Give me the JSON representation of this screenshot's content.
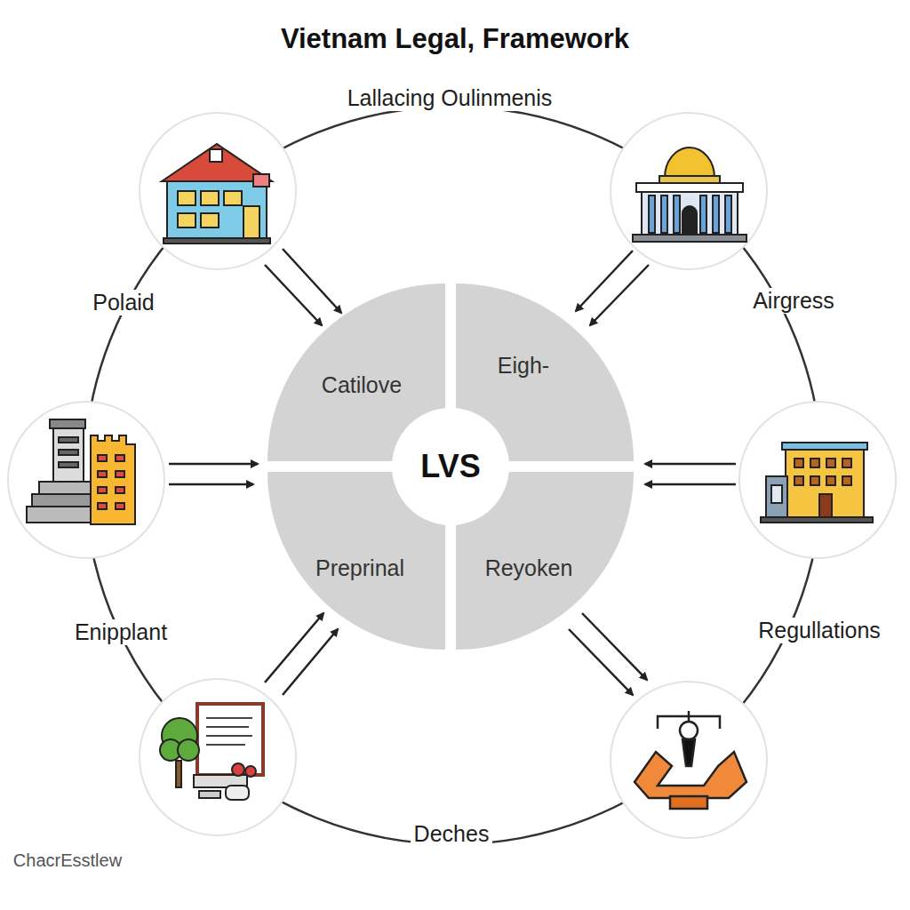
{
  "diagram": {
    "title": "Vietnam Legal, Framework",
    "nodes": [
      {
        "text": [
          "Catilove"
        ]
      },
      {
        "text": [
          "Eigh-"
        ]
      },
      {
        "text": [
          "LVS"
        ]
      },
      {
        "text": [
          "Preprinal"
        ]
      },
      {
        "text": [
          "Reyoken"
        ]
      }
    ],
    "labels": [
      "Lallacing Oulinmenis",
      "Polaid",
      "Airgress",
      "Enipplant",
      "Regullations",
      "Deches",
      "ChacrEsstlew"
    ]
  }
}
